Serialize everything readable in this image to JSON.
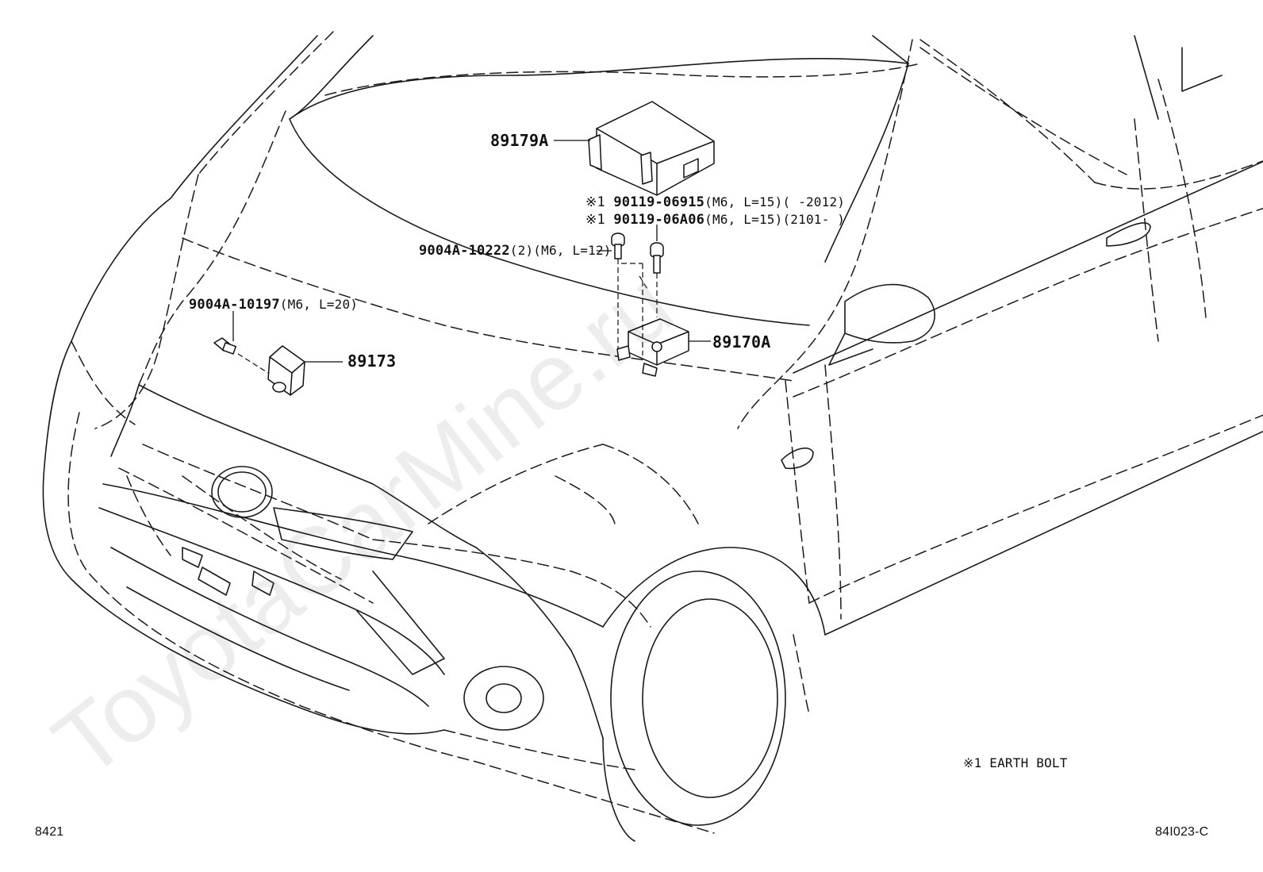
{
  "watermark": "ToyotaCarMine.ru",
  "parts": {
    "p89179a": "89179A",
    "p89170a": "89170A",
    "p89173": "89173",
    "bolt_a_mark": "※1",
    "bolt_a_no": "90119-06915",
    "bolt_a_spec": "(M6, L=15)(      -2012)",
    "bolt_b_mark": "※1",
    "bolt_b_no": "90119-06A06",
    "bolt_b_spec": "(M6, L=15)(2101-      )",
    "bolt_c_no": "9004A-10222",
    "bolt_c_spec": "(2)(M6, L=12)",
    "bolt_d_no": "9004A-10197",
    "bolt_d_spec": "(M6, L=20)"
  },
  "note": "※1 EARTH BOLT",
  "footer": {
    "left": "8421",
    "right": "84I023-C"
  }
}
